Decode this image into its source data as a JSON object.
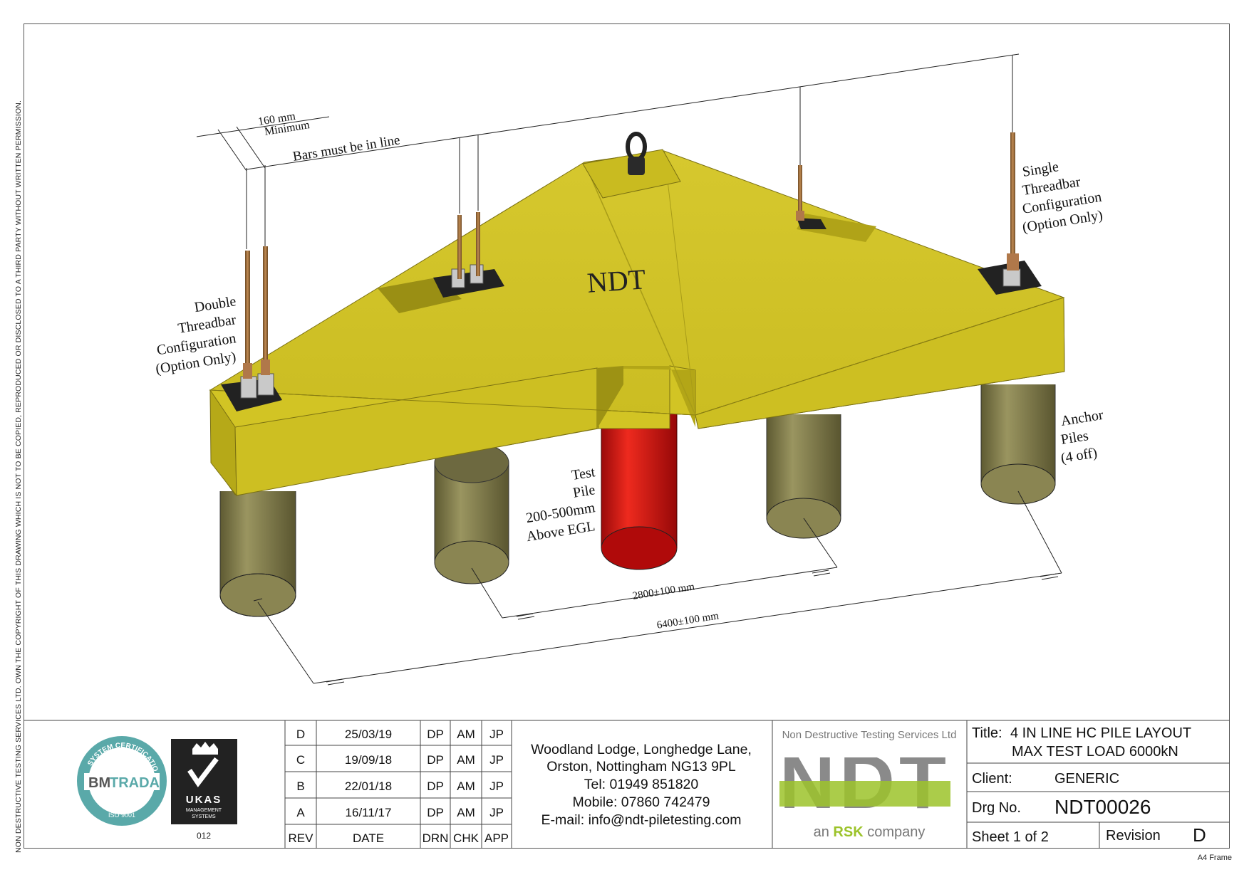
{
  "side_note": "NON DESTRUCTIVE TESTING SERVICES LTD.  OWN THE COPYRIGHT OF THIS DRAWING WHICH IS NOT TO BE COPIED, REPRODUCED OR DISCLOSED TO A THIRD PARTY WITHOUT WRITTEN PERMISSION.",
  "drawing": {
    "beam_label": "NDT",
    "dim_bar_spacing": "160 mm",
    "dim_bar_spacing_sub": "Minimum",
    "bars_in_line": "Bars must be in line",
    "double_config": [
      "Double",
      "Threadbar",
      "Configuration",
      "(Option Only)"
    ],
    "single_config": [
      "Single",
      "Threadbar",
      "Configuration",
      "(Option Only)"
    ],
    "test_pile": [
      "Test",
      "Pile",
      "200-500mm",
      "Above EGL"
    ],
    "anchor_piles": [
      "Anchor",
      "Piles",
      "(4 off)"
    ],
    "dim_inner": "2800±100 mm",
    "dim_outer": "6400±100 mm",
    "colors": {
      "beam": "#d8c92a",
      "beam_dark": "#b8aa1a",
      "test_pile": "#d41212",
      "anchor_pile": "#807b4a",
      "bar": "#a07040"
    }
  },
  "certs": {
    "bm_ring_text": "SYSTEM CERTIFICATION",
    "bm_name_a": "BM",
    "bm_name_b": "TRADA",
    "bm_iso": "ISO 9001",
    "ukas_name": "UKAS",
    "ukas_sub1": "MANAGEMENT",
    "ukas_sub2": "SYSTEMS",
    "ukas_number": "012",
    "icons": [
      "bm-trada-logo",
      "ukas-crown-check-logo"
    ]
  },
  "revisions": {
    "rows": [
      {
        "rev": "D",
        "date": "25/03/19",
        "drn": "DP",
        "chk": "AM",
        "app": "JP"
      },
      {
        "rev": "C",
        "date": "19/09/18",
        "drn": "DP",
        "chk": "AM",
        "app": "JP"
      },
      {
        "rev": "B",
        "date": "22/01/18",
        "drn": "DP",
        "chk": "AM",
        "app": "JP"
      },
      {
        "rev": "A",
        "date": "16/11/17",
        "drn": "DP",
        "chk": "AM",
        "app": "JP"
      }
    ],
    "headers": {
      "rev": "REV",
      "date": "DATE",
      "drn": "DRN",
      "chk": "CHK",
      "app": "APP"
    }
  },
  "address": {
    "line1": "Woodland Lodge, Longhedge Lane,",
    "line2": "Orston, Nottingham NG13 9PL",
    "tel": "Tel: 01949 851820",
    "mobile": "Mobile: 07860 742479",
    "email": "E-mail: info@ndt-piletesting.com"
  },
  "company": {
    "name": "Non Destructive Testing Services Ltd",
    "logo_text": "NDT",
    "tagline_a": "an ",
    "tagline_b": "RSK",
    "tagline_c": " company",
    "colors": {
      "grey": "#8a8a8a",
      "green": "#9cc32a"
    }
  },
  "title_block": {
    "title_label": "Title:",
    "title_line1": "4 IN LINE HC PILE LAYOUT",
    "title_line2": "MAX TEST LOAD 6000kN",
    "client_label": "Client:",
    "client_value": "GENERIC",
    "drg_label": "Drg No.",
    "drg_value": "NDT00026",
    "sheet": "Sheet 1 of 2",
    "revision_label": "Revision",
    "revision_value": "D"
  },
  "frame_label": "A4 Frame"
}
